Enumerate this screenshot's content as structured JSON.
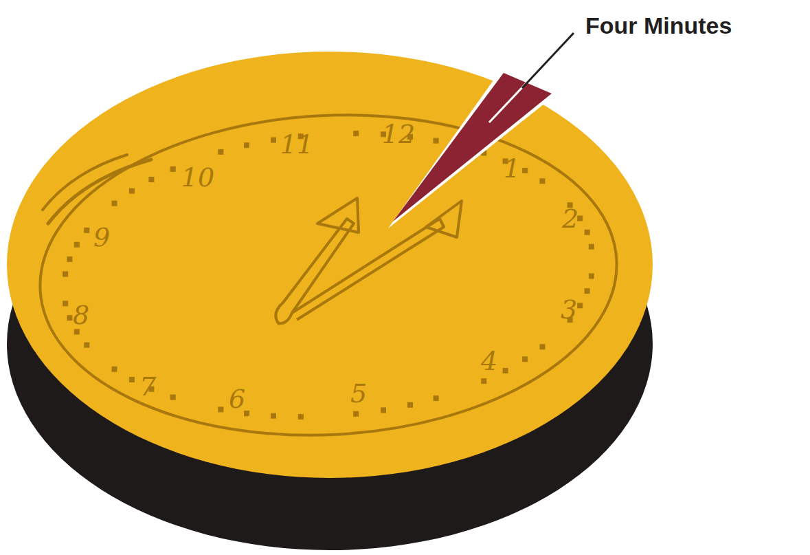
{
  "diagram": {
    "labels": [
      "Four Minutes",
      "12",
      "1",
      "2",
      "3",
      "4",
      "5",
      "6",
      "7",
      "8",
      "9",
      "10",
      "11"
    ]
  }
}
